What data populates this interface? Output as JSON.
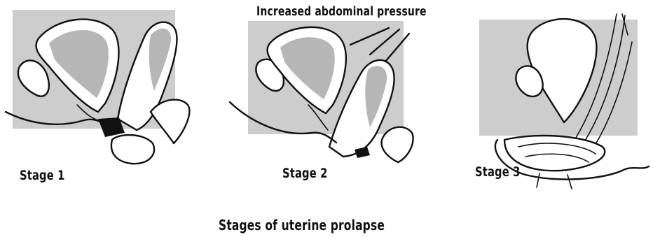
{
  "figure": {
    "annotation": "Increased abdominal pressure",
    "caption": "Stages of uterine prolapse",
    "stages": [
      {
        "label": "Stage 1"
      },
      {
        "label": "Stage 2"
      },
      {
        "label": "Stage 3"
      }
    ]
  }
}
